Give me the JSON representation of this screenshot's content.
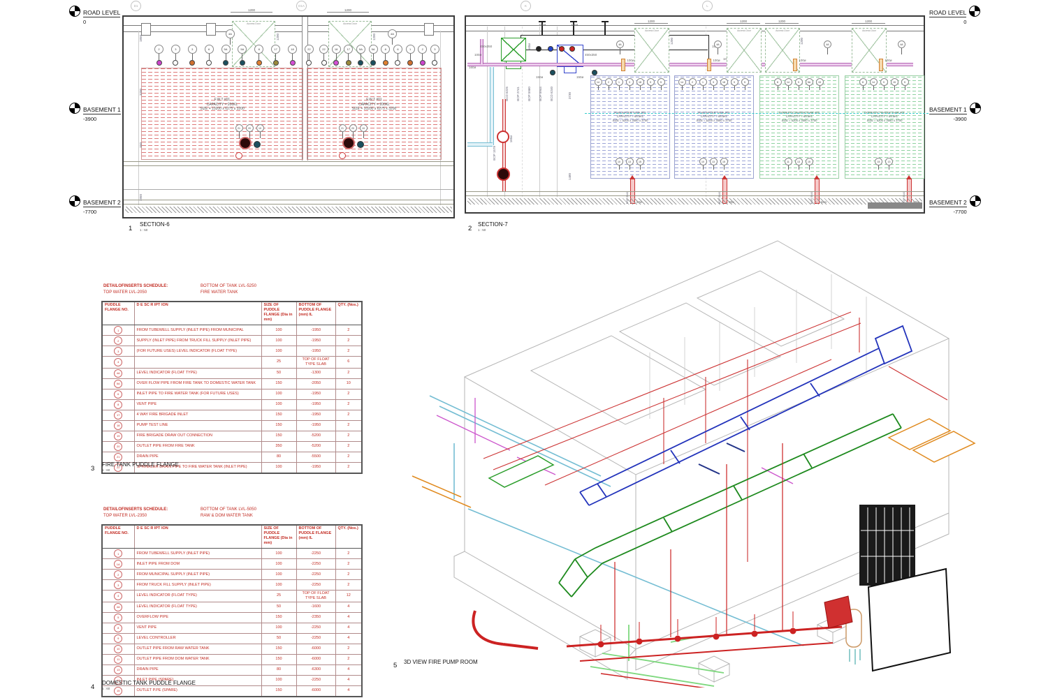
{
  "levels": {
    "road": {
      "label": "ROAD LEVEL",
      "value": "0"
    },
    "b1": {
      "label": "BASEMENT 1",
      "value": "-3900"
    },
    "b2": {
      "label": "BASEMENT 2",
      "value": "-7700"
    }
  },
  "section6": {
    "number": "1",
    "title": "SECTION-6",
    "scale": "1 : 50",
    "grid_bubbles": [
      "D1",
      "D1A"
    ],
    "door_label": "Access Door",
    "door_dim": "1200",
    "door_vdim": "1200",
    "left_dims": [
      "1850",
      "3200",
      "550",
      "1950"
    ],
    "door_callout": "4A",
    "tanks": [
      {
        "name": "F.W.T #01",
        "capacity": "CAPACITY = 200KL",
        "size": "SIZE = 10200 x 6275 x 3200"
      },
      {
        "name": "F.W.T #01",
        "capacity": "CAPACITY = 200KL",
        "size": "SIZE = 10200 x 6275 x 3200"
      }
    ],
    "top_callouts_left": [
      {
        "n": "2",
        "c": "#cc44cc"
      },
      {
        "n": "3",
        "c": "#ffffff"
      },
      {
        "n": "3",
        "c": "#d07030"
      },
      {
        "n": "6",
        "c": "#ffffff"
      },
      {
        "n": "5A",
        "c": "#1b4f5e"
      },
      {
        "n": "5A",
        "c": "#1b4f5e"
      },
      {
        "n": "8",
        "c": "#e08030"
      },
      {
        "n": "17",
        "c": "#9a8a3a"
      },
      {
        "n": "18",
        "c": "#d44fd4"
      },
      {
        "n": "22",
        "c": "#ffffff"
      }
    ],
    "top_callouts_right": [
      {
        "n": "22",
        "c": "#ffffff"
      },
      {
        "n": "18",
        "c": "#d44fd4"
      },
      {
        "n": "17",
        "c": "#9a8a3a"
      },
      {
        "n": "5A",
        "c": "#1b4f5e"
      },
      {
        "n": "5A",
        "c": "#1b4f5e"
      },
      {
        "n": "8",
        "c": "#e08030"
      },
      {
        "n": "6",
        "c": "#ffffff"
      },
      {
        "n": "1",
        "c": "#d07030"
      },
      {
        "n": "2",
        "c": "#cc44cc"
      },
      {
        "n": "3",
        "c": "#ffffff"
      }
    ],
    "bottom_callouts": [
      "21",
      "20",
      "19"
    ]
  },
  "section7": {
    "number": "2",
    "title": "SECTION-7",
    "scale": "1 : 50",
    "grid_bubbles": [
      "K",
      "L"
    ],
    "door_label": "Access Door",
    "door_dim": "1200",
    "door_vdim": "1200",
    "door_callout": "4A",
    "cluster": {
      "l_150_a": "150ø",
      "l_150_b": "150ø",
      "l_150_c": "150ø",
      "l_150_d": "150ø",
      "l_150_e": "150ø",
      "l_100_a": "100ø",
      "l_100_b": "100ø",
      "l_100_c": "100ø",
      "l_160_a": "160ø",
      "l_160_b": "160ø",
      "l_450_green": "450x350",
      "l_450_blue": "450x350",
      "pump_bop": "BOP 1578",
      "pump_size": "160ø"
    },
    "elev_labels": [
      "BCD 6225",
      "BOP 2741",
      "BOP 5960",
      "BOP 5944",
      "BCD 6240"
    ],
    "right_dims": [
      "3730",
      "1480"
    ],
    "riser_bop": "BOP 5440",
    "risers": [
      {
        "size": "60ø"
      },
      {
        "size": "80ø"
      },
      {
        "size": "60ø"
      },
      {
        "size": "80ø"
      }
    ],
    "tank_inlets": [
      "100ø",
      "100ø",
      "100ø",
      "100ø"
    ],
    "tanks": [
      {
        "name": "RAW WATER TANK #02",
        "capacity": "CAPACITY = 65.5KL",
        "size": "SIZE = 5200 x 3050 x 3700",
        "top": [
          "14",
          "2",
          "1",
          "3",
          "18",
          "9",
          "5"
        ],
        "bottom": [
          "10",
          "13",
          "15"
        ]
      },
      {
        "name": "RAW WATER TANK #02",
        "capacity": "CAPACITY = 65.5KL",
        "size": "SIZE = 5200 x 3050 x 3700",
        "top": [
          "14",
          "2",
          "1",
          "3",
          "18",
          "9",
          "5"
        ],
        "bottom": [
          "10",
          "13",
          "15"
        ]
      },
      {
        "name": "DOMESTIC WATER TANK #02",
        "capacity": "CAPACITY = 65.5KL",
        "size": "SIZE = 5200 x 3050 x 3700",
        "top": [
          "8",
          "14",
          "9",
          "5A",
          "15"
        ],
        "bottom": [
          "11",
          "13",
          "15"
        ]
      },
      {
        "name": "DOMESTIC WATER TANK #01",
        "capacity": "CAPACITY = 55.5KL",
        "size": "SIZE = 5200 x 3050 x 3700",
        "top": [
          "8",
          "14",
          "9",
          "15",
          "5"
        ],
        "bottom": [
          "15",
          "13"
        ]
      }
    ]
  },
  "table3": {
    "schedule_heading": "DETAILOFINSERTS SCHEDULE:",
    "top_water": "TOP WATER LVL-2050",
    "bottom_of_tank": "BOTTOM OF TANK LVL-5250",
    "tank_name": "FIRE WATER TANK",
    "columns": [
      "PUDDLE FLANGE NO.",
      "D E SC R IPT ION",
      "SIZE OF PUDDLE FLANGE (Dia in mm)",
      "BOTTOM OF PUDDLE FLANGE (mm) IL",
      "QTY. (Nos.)"
    ],
    "rows": [
      {
        "no": "1",
        "desc": "FROM TUBEWELL SUPPLY (INLET PIPE) FROM MUNICIPAL",
        "size": "100",
        "bottom": "-1950",
        "qty": "2"
      },
      {
        "no": "2",
        "desc": "SUPPLY (INLET PIPE) FROM TRUCK FILL SUPPLY (INLET PIPE)",
        "size": "100",
        "bottom": "-1950",
        "qty": "2"
      },
      {
        "no": "3",
        "desc": "(FOR FUTURE USES) LEVEL INDICATOR (FLOAT TYPE)",
        "size": "100",
        "bottom": "-1950",
        "qty": "2"
      },
      {
        "no": "4",
        "desc": "",
        "size": "25",
        "bottom": "TOP OF FLOAT TYPE SLAB",
        "qty": "6"
      },
      {
        "no": "4A",
        "desc": "LEVEL INDICATOR (FLOAT TYPE)",
        "size": "50",
        "bottom": "-1300",
        "qty": "2"
      },
      {
        "no": "5A",
        "desc": "OVER FLOW PIPE FROM FIRE TANK TO DOMESTIC WATER TANK",
        "size": "150",
        "bottom": "-2050",
        "qty": "10"
      },
      {
        "no": "6",
        "desc": "INLET PIPE TO FIRE WATER TANK (FOR FUTURE USES)",
        "size": "100",
        "bottom": "-1950",
        "qty": "2"
      },
      {
        "no": "8",
        "desc": "VENT PIPE",
        "size": "100",
        "bottom": "-1950",
        "qty": "2"
      },
      {
        "no": "17",
        "desc": "4 WAY FIRE BRIGADE INLET",
        "size": "150",
        "bottom": "-1950",
        "qty": "2"
      },
      {
        "no": "18",
        "desc": "PUMP TEST LINE",
        "size": "150",
        "bottom": "-1950",
        "qty": "2"
      },
      {
        "no": "19",
        "desc": "FIRE BRIGADE DRAW OUT CONNECTION",
        "size": "150",
        "bottom": "-5200",
        "qty": "2"
      },
      {
        "no": "20",
        "desc": "OUTLET PIPE FROM FIRE TANK",
        "size": "350",
        "bottom": "-5200",
        "qty": "2"
      },
      {
        "no": "21",
        "desc": "DRAIN PIPE",
        "size": "80",
        "bottom": "-5500",
        "qty": "2"
      },
      {
        "no": "22",
        "desc": "SPRINKLER DRAIN PIPE TO FIRE WATER TANK (INLET PIPE)",
        "size": "100",
        "bottom": "-1950",
        "qty": "2"
      }
    ],
    "number": "3",
    "title": "FIRE TANK PUDDLE FLANGE",
    "scale": "1 : 60"
  },
  "table4": {
    "schedule_heading": "DETAILOFINSERTS SCHEDULE:",
    "top_water": "TOP WATER LVL-2350",
    "bottom_of_tank": "BOTTOM OF TANK LVL-5050",
    "tank_name": "RAW & DOM WATER TANK",
    "columns": [
      "PUDDLE FLANGE NO.",
      "D E SC R IPT ION",
      "SIZE OF PUDDLE FLANGE (Dia in mm)",
      "BOTTOM OF PUDDLE FLANGE (mm) IL",
      "QTY. (Nos.)"
    ],
    "rows": [
      {
        "no": "1",
        "desc": "FROM TUBEWELL SUPPLY (INLET PIPE)",
        "size": "100",
        "bottom": "-2250",
        "qty": "2"
      },
      {
        "no": "1A",
        "desc": "INLET PIPE FROM DOM",
        "size": "100",
        "bottom": "-2250",
        "qty": "2"
      },
      {
        "no": "2",
        "desc": "FROM MUNICIPAL SUPPLY (INLET PIPE)",
        "size": "100",
        "bottom": "-2250",
        "qty": "2"
      },
      {
        "no": "3",
        "desc": "FROM TRUCK FILL SUPPLY (INLET PIPE)",
        "size": "100",
        "bottom": "-2250",
        "qty": "2"
      },
      {
        "no": "4",
        "desc": "LEVEL INDICATOR (FLOAT TYPE)",
        "size": "25",
        "bottom": "TOP OF FLOAT TYPE SLAB",
        "qty": "12"
      },
      {
        "no": "4A",
        "desc": "LEVEL INDICATOR (FLOAT TYPE)",
        "size": "50",
        "bottom": "-1600",
        "qty": "4"
      },
      {
        "no": "5",
        "desc": "OVERFLOW PIPE",
        "size": "150",
        "bottom": "-2350",
        "qty": "4"
      },
      {
        "no": "8",
        "desc": "VENT PIPE",
        "size": "100",
        "bottom": "-2250",
        "qty": "4"
      },
      {
        "no": "9",
        "desc": "LEVEL CONTROLLER",
        "size": "50",
        "bottom": "-2250",
        "qty": "4"
      },
      {
        "no": "10",
        "desc": "OUTLET PIPE FROM RAW WATER TANK",
        "size": "150",
        "bottom": "-6000",
        "qty": "2"
      },
      {
        "no": "11",
        "desc": "OUTLET PIPE FROM DOM WATER TANK",
        "size": "150",
        "bottom": "-6000",
        "qty": "2"
      },
      {
        "no": "13",
        "desc": "DRAIN PIPE",
        "size": "80",
        "bottom": "-6300",
        "qty": "4"
      },
      {
        "no": "14",
        "desc": "INLET PIPE (SPARE)",
        "size": "100",
        "bottom": "-2250",
        "qty": "4"
      },
      {
        "no": "15",
        "desc": "OUTLET P.PE (SPARE)",
        "size": "150",
        "bottom": "-6000",
        "qty": "4"
      }
    ],
    "number": "4",
    "title": "DOMESTIC TANK PUDDLE FLANGE",
    "scale": "1 : 60"
  },
  "view3d": {
    "number": "5",
    "title": "3D VIEW FIRE PUMP ROOM"
  },
  "colors": {
    "table_text": "#c22b22",
    "hatch_fire": "#d65656",
    "hatch_raw": "#7a86c8",
    "hatch_domestic": "#5fbf78",
    "duct_blue": "#2233bb",
    "duct_green": "#1e8a1e",
    "pipe_red": "#cc2222",
    "pipe_cyan": "#74bdd3",
    "pipe_magenta": "#cc55cc",
    "equip_orange": "#e08a1e"
  }
}
